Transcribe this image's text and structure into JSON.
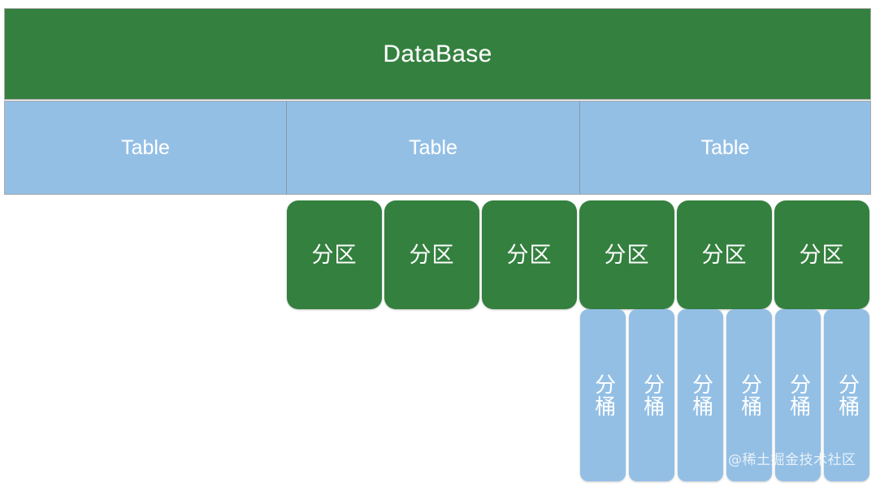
{
  "diagram": {
    "title": "DataBase",
    "colors": {
      "green": "#34803F",
      "blue": "#93BFE5",
      "border": "#a9a9a9",
      "divider": "#8c98a4",
      "text": "#ffffff"
    },
    "database": {
      "label": "DataBase"
    },
    "tables": [
      {
        "label": "Table"
      },
      {
        "label": "Table"
      },
      {
        "label": "Table"
      }
    ],
    "partitions": [
      {
        "label": "分区"
      },
      {
        "label": "分区"
      },
      {
        "label": "分区"
      },
      {
        "label": "分区"
      },
      {
        "label": "分区"
      },
      {
        "label": "分区"
      }
    ],
    "buckets": [
      {
        "label": "分桶"
      },
      {
        "label": "分桶"
      },
      {
        "label": "分桶"
      },
      {
        "label": "分桶"
      },
      {
        "label": "分桶"
      },
      {
        "label": "分桶"
      }
    ],
    "watermark": "@稀土掘金技术社区"
  }
}
